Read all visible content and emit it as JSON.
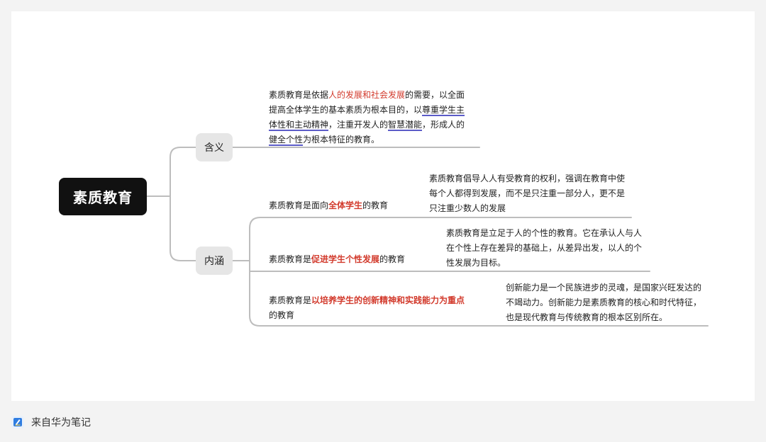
{
  "root": {
    "label": "素质教育"
  },
  "meaning": {
    "label": "含义",
    "lines": [
      {
        "a": "素质教育是依据",
        "b": "人的发展和社会发展",
        "c": "的需要，以全面"
      },
      {
        "a": "提高全体学生的基本素质为根本目的，以",
        "b": "尊重学生主"
      },
      {
        "a": "体性和主动精神",
        "b": "，注重开发人的",
        "c": "智慧潜能",
        "d": "，形成人的"
      },
      {
        "a": "健全个性",
        "b": "为根本特征的教育。"
      }
    ]
  },
  "connotation": {
    "label": "内涵",
    "items": [
      {
        "pre": "素质教育是面向",
        "key": "全体学生",
        "post": "的教育",
        "detail": [
          "素质教育倡导人人有受教育的权利，强调在教育中使",
          "每个人都得到发展，而不是只注重一部分人，更不是",
          "只注重少数人的发展"
        ]
      },
      {
        "pre": "素质教育是",
        "key": "促进学生个性发展",
        "post": "的教育",
        "detail": [
          "素质教育是立足于人的个性的教育。它在承认人与人",
          "在个性上存在差异的基础上，从差异出发，以人的个",
          "性发展为目标。"
        ]
      },
      {
        "pre": "素质教育是",
        "key": "以培养学生的创新精神和实践能力为重点",
        "post": "的教育",
        "detail": [
          "创新能力是一个民族进步的灵魂，是国家兴旺发达的",
          "不竭动力。创新能力是素质教育的核心和时代特征，",
          "也是现代教育与传统教育的根本区别所在。"
        ]
      }
    ]
  },
  "footer": {
    "text": "来自华为笔记",
    "icon": "notes-app-icon"
  },
  "colors": {
    "accent_red": "#d23a2c",
    "underline_blue": "#5b5bc8",
    "root_bg": "#111111",
    "branch_bg": "#e6e6e6"
  }
}
